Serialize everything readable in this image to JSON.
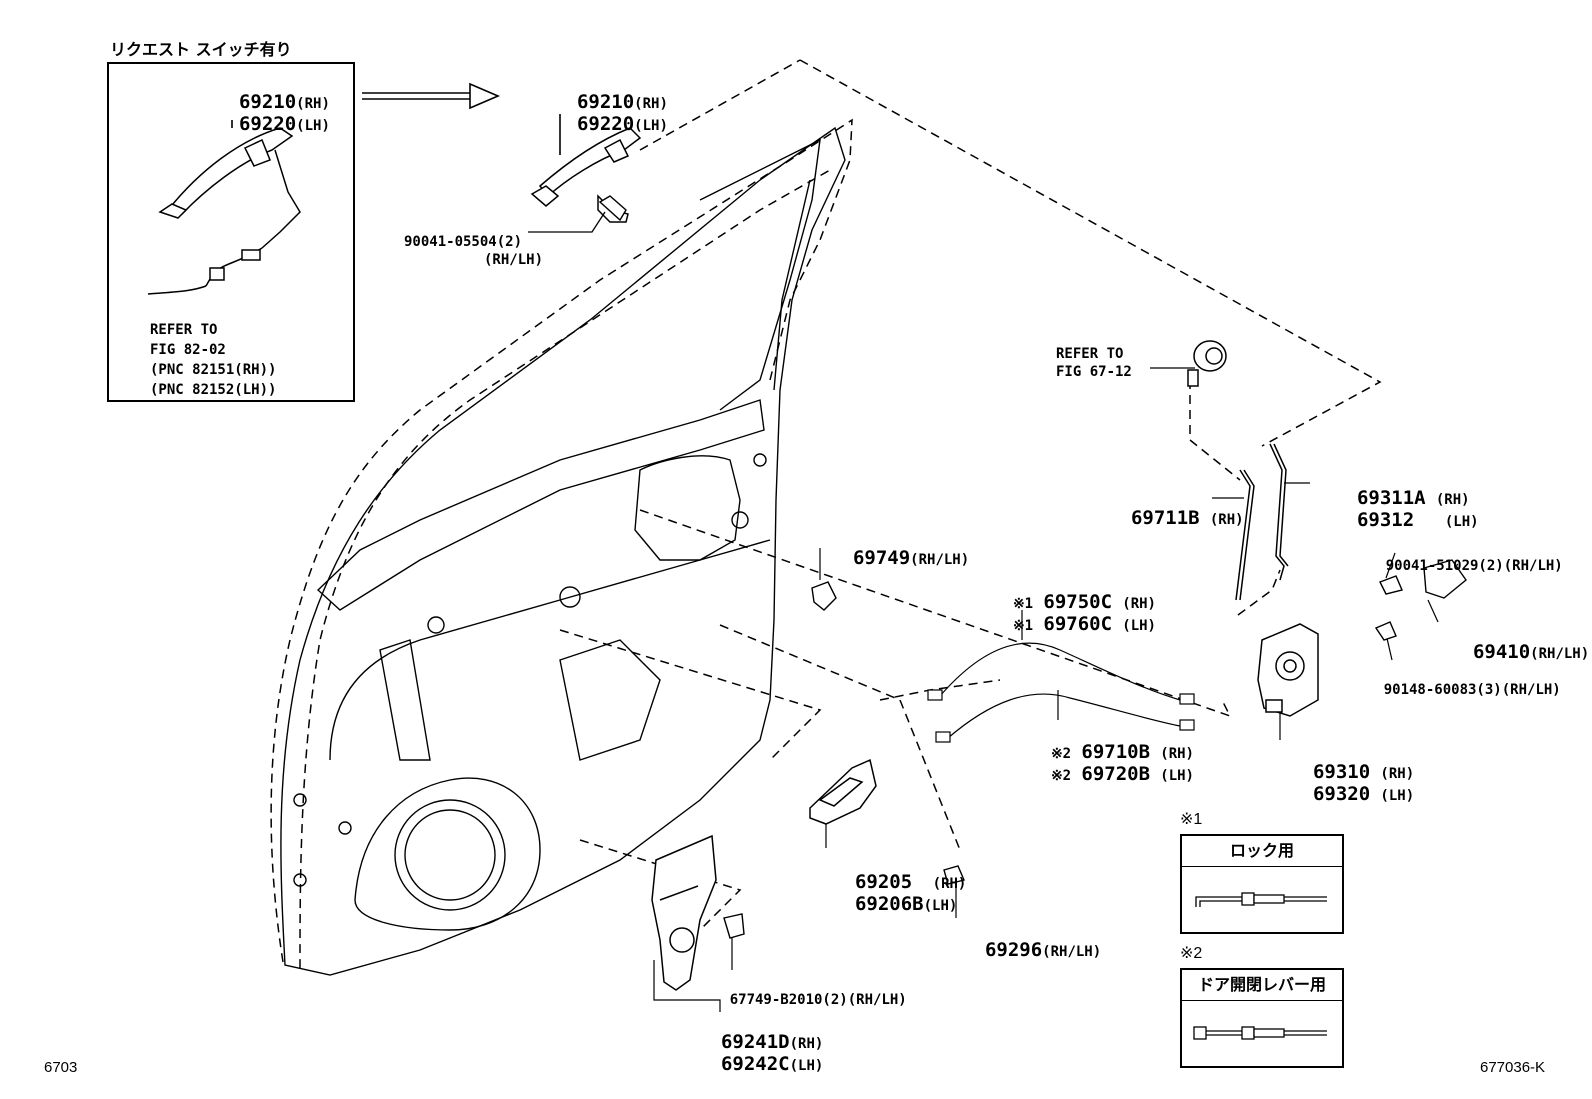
{
  "inset": {
    "title": "リクエスト スイッチ有り",
    "part_rh": "69210",
    "part_lh": "69220",
    "rh": "(RH)",
    "lh": "(LH)",
    "refer_lines": [
      "REFER TO",
      "FIG 82-02",
      "(PNC 82151(RH))",
      "(PNC 82152(LH))"
    ]
  },
  "callouts": {
    "handle_rh": "69210",
    "handle_lh": "69220",
    "rh": "(RH)",
    "lh": "(LH)",
    "bolt_05504": "90041-05504(2)",
    "bolt_05504_side": "(RH/LH)",
    "refer_cyl_1": "REFER TO",
    "refer_cyl_2": "FIG 67-12",
    "rod_69711b": "69711B",
    "rod_69711b_side": "(RH)",
    "rod_69311a": "69311A",
    "rod_69311a_side": "(RH)",
    "rod_69312": "69312",
    "rod_69312_side": "(LH)",
    "screw_51029": "90041-51029(2)",
    "screw_51029_side": "(RH/LH)",
    "part_69410": "69410",
    "part_69410_side": "(RH/LH)",
    "screw_60083": "90148-60083(3)",
    "screw_60083_side": "(RH/LH)",
    "lock_rh": "69310",
    "lock_rh_side": "(RH)",
    "lock_lh": "69320",
    "lock_lh_side": "(LH)",
    "clip_69749": "69749",
    "clip_69749_side": "(RH/LH)",
    "cable_750c_mark": "※1",
    "cable_750c": "69750C",
    "cable_750c_side": "(RH)",
    "cable_760c_mark": "※1",
    "cable_760c": "69760C",
    "cable_760c_side": "(LH)",
    "cable_710b_mark": "※2",
    "cable_710b": "69710B",
    "cable_710b_side": "(RH)",
    "cable_720b_mark": "※2",
    "cable_720b": "69720B",
    "cable_720b_side": "(LH)",
    "inner_69205": "69205",
    "inner_69205_side": "(RH)",
    "inner_69206b": "69206B",
    "inner_69206b_side": "(LH)",
    "part_69296": "69296",
    "part_69296_side": "(RH/LH)",
    "clip_67749": "67749-B2010(2)",
    "clip_67749_side": "(RH/LH)",
    "cover_69241d": "69241D",
    "cover_69241d_side": "(RH)",
    "cover_69242c": "69242C",
    "cover_69242c_side": "(LH)"
  },
  "legend": {
    "mark1": "※1",
    "head1": "ロック用",
    "mark2": "※2",
    "head2": "ドア開閉レバー用"
  },
  "footer": {
    "left_code": "6703",
    "right_code": "677036-K"
  }
}
